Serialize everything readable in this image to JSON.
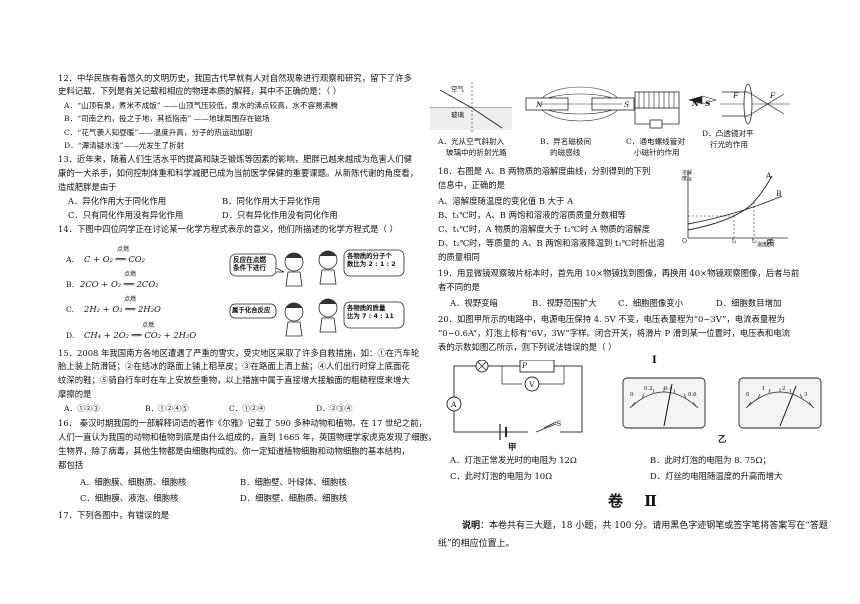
{
  "q12": {
    "stem1": "12．中华民族有着悠久的文明历史，我国古代早就有人对自然现象进行观察和研究，留下了许多",
    "stem2": "史料记载．下列是有关记载和相应的物理本质的解释，其中不正确的是：（       ）",
    "a": "A．“山顶有泉，煮米不成饭” ——山顶气压较低，泉水的沸点较高，水不容易沸腾",
    "b": "B．“司南之杓，投之于地，其抵指南” ——地球周围存在磁场",
    "c": "C．“花气袭人知昼暖”——温度升高，分子的热运动加剧",
    "d": "D．“潭清疑水浅”——光发生了折射"
  },
  "q13": {
    "stem1": "13．近年来，随着人们生活水平的提高和缺乏锻炼等因素的影响，肥胖已越来越成为危害人们健",
    "stem2": "康的一大杀手，如何控制体重和科学减肥已成为当前医学保健的重要课题。从新陈代谢的角度看，",
    "stem3": "造成肥胖是由于",
    "a": "A．异化作用大于同化作用",
    "b": "B．同化作用大于异化作用",
    "c": "C．只有同化作用没有异化作用",
    "d": "D．只有异化作用没有同化作用"
  },
  "q14": {
    "stem": "14．下图中四位同学正在讨论某一化学方程式表示的意义，他们所描述的化学方程式是（    ）",
    "a_label": "A.",
    "a_eq": "C + O₂ ══ CO₂",
    "b_label": "B.",
    "b_eq": "2CO + O₂ ══ 2CO₂",
    "c_label": "C.",
    "c_eq": "2H₂ + O₂ ══ 2H₂O",
    "d_label": "D.",
    "d_eq": "CH₄ + 2O₂ ══ CO₂ + 2H₂O",
    "cond": "点燃",
    "bubble1": "反应在点燃\n条件下进行",
    "bubble2": "各物质的分子个\n数比为 2 : 1 : 2",
    "bubble3": "属于化合反应",
    "bubble4": "各物质的质量\n比为 7 : 4 : 11"
  },
  "q15": {
    "stem1": "15．2008 年我国南方各地区遭遇了严重的雪灾，受灾地区采取了许多自救措施，如：①在汽车轮",
    "stem2": "胎上装上防滑链；②在结冰的路面上铺上稻草皮；③在路面上洒上盐；④人们出行时穿上底面花",
    "stem3": "纹深的鞋；⑤骑自行车时在车上安放些重物，以上措施中属于直接增大接触面的粗糙程度来增大",
    "stem4": "摩擦的是",
    "a": "A．①②③",
    "b": "B．①②④⑤",
    "c": "C．①②④",
    "d": "D．②③④"
  },
  "q16": {
    "stem1": "16．    秦汉时期我国的一部解释词语的著作《尔雅》记载了 590 多种动物和植物。在 17 世纪之前，",
    "stem2": "人们一直认为我国的动物和植物到底是由什么组成的，直到 1665 年，英国物理学家虎克发现了细胞，",
    "stem3": "生物界，除了病毒，其他生物都是由细胞构成的。你一定知道植物细胞和动物细胞的基本结构，",
    "stem4": "都包括",
    "a": "A．细胞膜、细胞质、细胞核",
    "b": "B．细胞壁、叶绿体、细胞核",
    "c": "C．细胞膜、液泡、细胞核",
    "d": "D．细胞壁、细胞质、细胞核"
  },
  "q17": {
    "stem": "17．下列各图中，有错误的是"
  },
  "q17fig": {
    "air": "空气",
    "glass": "玻璃",
    "n": "N",
    "s": "S",
    "f": "F",
    "a1": "A．光从空气斜射入",
    "a2": "玻璃中的折射光路",
    "b1": "B．异名磁极间",
    "b2": "的磁感线",
    "c1": "C．通电螺线管对",
    "c2": "小磁针的作用",
    "d1": "D．凸透镜对平",
    "d2": "行光的作用"
  },
  "q18": {
    "stem1": "18．右图是 A、B 两物质的溶解度曲线，分别得到的下列",
    "stem2": "信息中，正确的是",
    "a": "A、溶解度随温度的变化值 B 大于 A",
    "b": "B、t₁℃时，A、B 两饱和溶液的溶质质量分数相等",
    "c": "C、t₁℃时，A 物质的溶解度大于 t₂℃时 A 物质的溶解度",
    "d1": "D、t₂℃时，等质量的 A、B 两饱和溶液降温到 t₁℃时析出溶",
    "d2": "质",
    "d3": "的质量相同",
    "graph_y": "溶解度/g",
    "graph_x": "温度/℃",
    "curve_a": "A",
    "curve_b": "B",
    "o": "O",
    "t1": "t₁",
    "t2": "t₂"
  },
  "q19": {
    "stem": "19．用显微镜观察玻片标本时，首先用 10×物镜找到图像，再换用 40×物镜观察图像，后者与前",
    "stem2": "者不同的是",
    "a": "A．视野变暗",
    "b": "B．视野范围扩大",
    "c": "C．细胞图像变小",
    "d": "D．细胞数目增加"
  },
  "q20": {
    "stem1": "20．如图甲所示的电路中，电源电压保持 4. 5V 不变，电压表量程为“0~3V”，电流表量程为",
    "stem2": "“0~0.6A”，灯泡上标有“6V，3W”字样。闭合开关，将滑片 P 滑到某一位置时，电压表和电流",
    "stem3": "表的示数如图乙所示，则下列说法错误的是（       ）",
    "label_jia": "甲",
    "label_yi": "乙",
    "roman": "I",
    "p": "P",
    "v": "V",
    "a_meter": "A",
    "s": "S",
    "ammeter_ticks": [
      "0",
      "0.2",
      "0.4",
      "0.6"
    ],
    "voltmeter_ticks": [
      "0",
      "1",
      "2",
      "3"
    ],
    "a": "A．灯泡正常发光时的电阻为 12Ω",
    "b": "B．此时灯泡的电阻为 8. 75Ω；",
    "c": "C．此时灯泡的电阻为  10Ω",
    "d": "D．灯丝的电阻随温度的升高而增大"
  },
  "section": {
    "title": "卷  Ⅱ",
    "note_label": "说明",
    "note1": "：本卷共有三大题，18 小题，共 100 分。请用黑色字迹钢笔或签字笔将答案写在“答题",
    "note2": "纸”的相应位置上。"
  }
}
